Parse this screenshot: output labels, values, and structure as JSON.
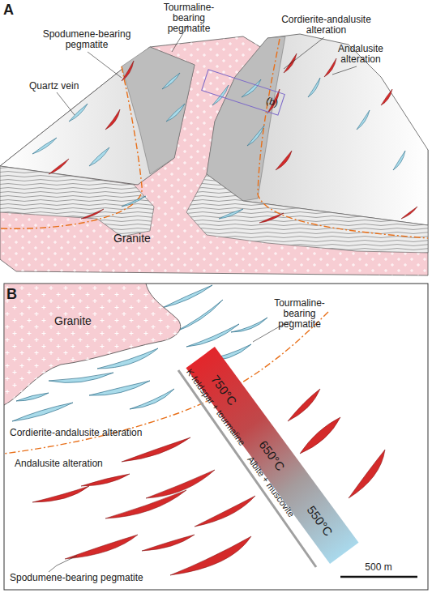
{
  "diagram": {
    "nodes": [
      {
        "text": [
          "(b)"
        ]
      },
      {
        "text": [
          "Granite"
        ]
      },
      {
        "text": [
          "750°C",
          "650°C",
          "550°C"
        ]
      }
    ],
    "labels": [
      "A",
      "Tourmaline-bearing pegmatite",
      "Spodumene-bearing pegmatite",
      "Cordierite-andalusite alteration",
      "Andalusite alteration",
      "Quartz vein",
      "Granite",
      "B",
      "Tourmaline-bearing pegmatite",
      "Cordierite-andalusite alteration",
      "Andalusite alteration",
      "K-feldspar + tourmaline",
      "Albite + muscovite",
      "Spodumene-bearing pegmatite",
      "500 m"
    ]
  }
}
